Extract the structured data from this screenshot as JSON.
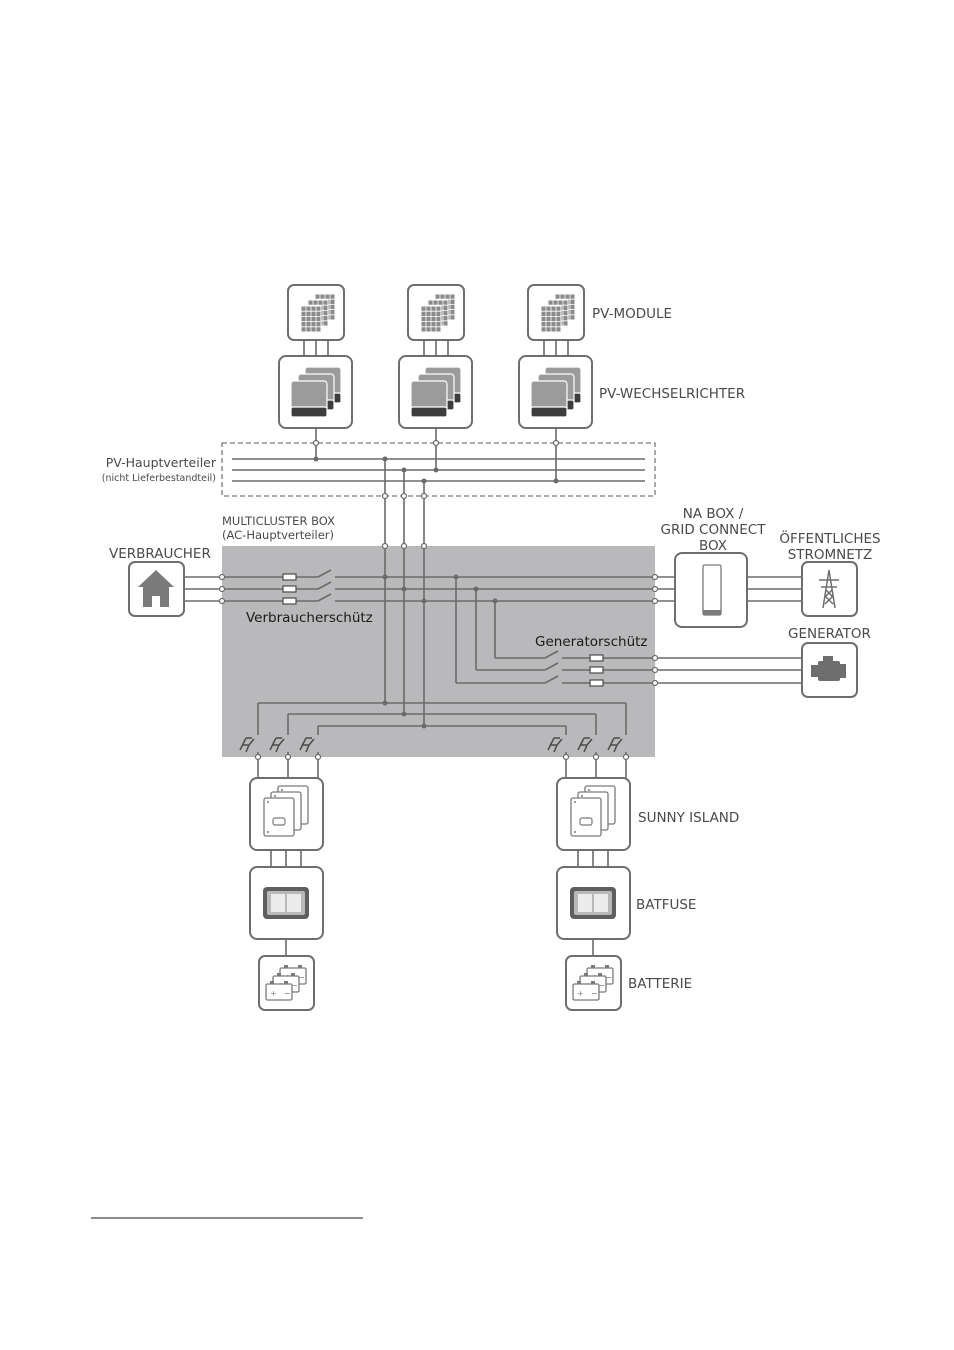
{
  "colors": {
    "multicluster_fill": "#b9b9bb",
    "wire": "#6b6b6b",
    "icon": "#7a7a7a",
    "text": "#4a4a4a",
    "text_dark": "#1a1a1a"
  },
  "labels": {
    "pv_module": "PV-MODULE",
    "pv_inverter": "PV-WECHSELRICHTER",
    "pv_distributor": "PV-Hauptverteiler",
    "pv_distributor_note": "(nicht Lieferbestandteil)",
    "multicluster_title": "MULTICLUSTER BOX",
    "multicluster_sub": "(AC-Hauptverteiler)",
    "consumer": "VERBRAUCHER",
    "consumer_contactor": "Verbraucherschütz",
    "na_box_line1": "NA BOX /",
    "na_box_line2": "GRID CONNECT",
    "na_box_line3": "BOX",
    "grid_line1": "ÖFFENTLICHES",
    "grid_line2": "STROMNETZ",
    "generator": "GENERATOR",
    "generator_contactor": "Generatorschütz",
    "sunny_island": "SUNNY ISLAND",
    "batfuse": "BATFUSE",
    "battery": "BATTERIE"
  },
  "icons": {
    "pv_module": "solar-panel-stack-icon",
    "pv_inverter": "inverter-stack-icon",
    "consumer": "house-icon",
    "na_box": "cabinet-icon",
    "grid": "power-pylon-icon",
    "generator": "engine-icon",
    "sunny_island": "battery-inverter-stack-icon",
    "batfuse": "fuse-box-icon",
    "battery": "battery-stack-icon"
  }
}
